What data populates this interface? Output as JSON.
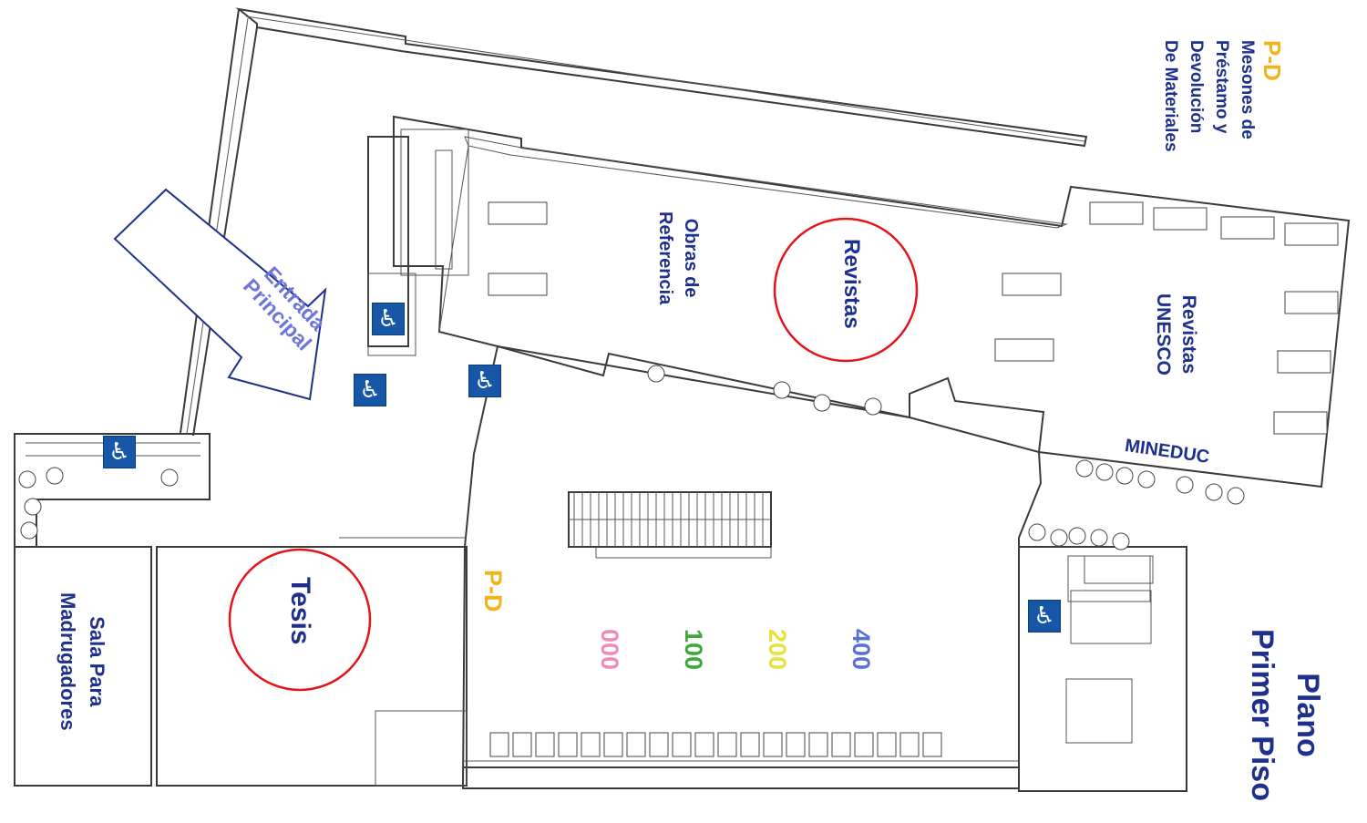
{
  "plan": {
    "title_line1": "Plano",
    "title_line2": "Primer Piso",
    "entrance": {
      "line1": "Entrada",
      "line2": "Principal"
    },
    "counters": {
      "code": "P-D",
      "line1": "Mesones de",
      "line2": "Préstamo y",
      "line3": "Devolución",
      "line4": "De Materiales"
    },
    "counter_code_main": "P-D",
    "rooms": {
      "obras": {
        "line1": "Obras de",
        "line2": "Referencia"
      },
      "revistas": "Revistas",
      "unesco": {
        "line1": "Revistas",
        "line2": "UNESCO"
      },
      "mineduc": "MINEDUC",
      "tesis": "Tesis",
      "madrugadores": {
        "line1": "Sala Para",
        "line2": "Madrugadores"
      }
    },
    "classes": [
      {
        "code": "000",
        "color": "#f08ab8"
      },
      {
        "code": "100",
        "color": "#3ea83a"
      },
      {
        "code": "200",
        "color": "#e8e23a"
      },
      {
        "code": "400",
        "color": "#5a6fd8"
      }
    ],
    "accessibility_icon": "wheelchair-icon",
    "highlight_color": "#e3141b",
    "text_color": "#1f2f8c",
    "accent_color": "#f2b41c"
  }
}
